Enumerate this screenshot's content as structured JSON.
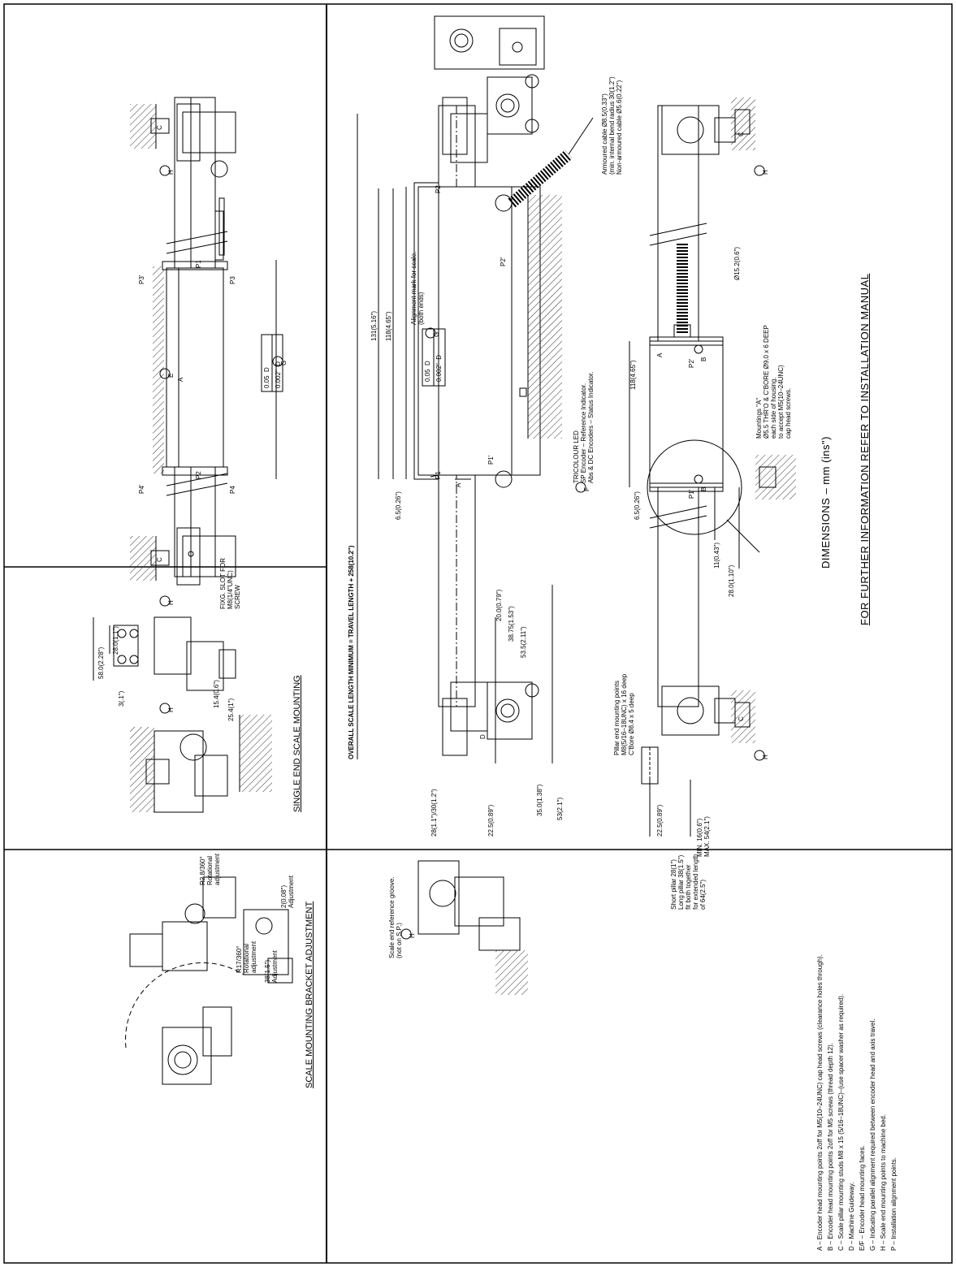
{
  "labels": {
    "single_end_title": "SINGLE END SCALE MOUNTING",
    "bracket_title": "SCALE MOUNTING BRACKET ADJUSTMENT",
    "dimensions_note": "DIMENSIONS – mm (ins\")",
    "further_info": "FOR FURTHER INFORMATION REFER TO INSTALLATION MANUAL",
    "overall_length": "OVERALL SCALE LENGTH MINIMUM = TRAVEL LENGTH + 258(10.2\")",
    "alignment_mark": "Alignment mark for scale.\n(both ends)",
    "armoured_cable": "Armoured cable Ø8.5(0.33\")\n(min. internal bend radius 30(1.2\")\nNon-armoured cable Ø5.6(0.22\")",
    "tricolour_led": "TRICOLOUR LED\nSP Encoder – Reference Indicator.\nAbs & DC Encoders – Status Indicator.",
    "scale_end_groove": "Scale end reference groove.\n(not on S.P.)",
    "pillar_end": "Pillar end mounting points\nM8(5/16–18UNC) x 16 deep\nC'Bore Ø8.4 x 5 deep",
    "short_pillar": "Short pillar 28(1\")\nLong pillar 38(1.5\")\nfit both together\nfor extended length\nof 64(2.5\")",
    "mountings_a": "Mountings \"A\"\nØ5.5 THR'O & C'BORE Ø9.0 x 6 DEEP\neach side of housing.\nto accept M5(10–24UNC)\ncap head screws.",
    "fixg_slot": "FIXG. SLOT FOR\nM8(1/4\"UNC)\nSCREW",
    "r28_rot": "R2.8/360°\nRotational\nadjustment",
    "r17_rot": "R17/360°\nRotational\nadjustment",
    "adj_2": "2(0.08\")\nAdjustment",
    "adj_38": "38(1.5\")\nAdjustment",
    "flatness": "0.05  D",
    "flatness_in": "0.002\"  D",
    "flatness2": "0.05  D",
    "flatness2_in": "0.002\"  D"
  },
  "dimensions": {
    "d131": "131(5.16\")",
    "d118": "118(4.65\")",
    "d118b": "118(4.65\")",
    "d65": "6.5(0.26\")",
    "d65b": "6.5(0.26\")",
    "d20": "20.0(0.79\")",
    "d3875": "38.75(1.53\")",
    "d535": "53.5(2.11\")",
    "d53": "53(2.1\")",
    "d35": "35.0(1.38\")",
    "d225": "22.5(0.89\")",
    "d225b": "22.5(0.89\")",
    "d28_30": "28(1.1\")/30(1.2\")",
    "d11": "11(0.43\")",
    "d28_110": "28.0(1.10\")",
    "d152": "Ø15.2(0.6\")",
    "dminmax": "MIN. 16(0.6\")\nMAX. 54(2.1\")",
    "d58": "58.0(2.28\")",
    "d28": "28.0(1.1\")",
    "d154": "15.4(0.6\")",
    "d254": "25.4(1\")",
    "d3": "3(.1\")"
  },
  "markers": {
    "P1": "P1",
    "P2": "P2",
    "P3": "P3",
    "P4": "P4",
    "P1s": "P1'",
    "P2s": "P2'",
    "P3s": "P3'",
    "P4s": "P4'",
    "A": "A",
    "B": "B",
    "C": "C",
    "D": "D",
    "E": "E",
    "F": "F",
    "G": "G",
    "H": "H"
  },
  "legend": [
    "A – Encoder head mounting points 2off for M5(10–24UNC) cap head screws (clearance holes through).",
    "B – Encoder head mounting points 2off for M5 screws (thread depth 12).",
    "C – Scale pillar mounting studs M8 x 15 (5/16–18UNC)–(use spacer washer as required).",
    "D – Machine Guideway.",
    "E/F – Encoder head mounting faces.",
    "G – Indicating parallel alignment required between encoder head and axis travel.",
    "H – Scale end mounting points to machine bed.",
    "P – Installation alignment points."
  ],
  "colors": {
    "ink": "#000000",
    "paper": "#ffffff",
    "hatch": "#333333"
  }
}
